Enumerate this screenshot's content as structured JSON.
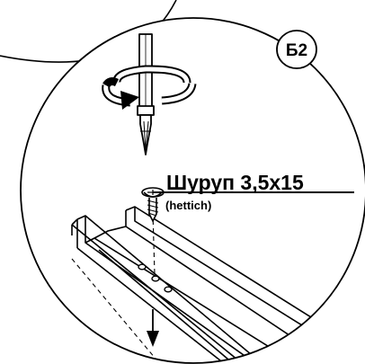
{
  "badge": {
    "label": "Б2"
  },
  "screw_label": {
    "name": "Шуруп 3,5х15",
    "brand": "(hettich)"
  },
  "colors": {
    "line": "#000000",
    "background": "#ffffff"
  },
  "icons": {
    "tool": "screwdriver-icon",
    "rotation": "rotation-arrow-icon",
    "fastener": "screw-icon",
    "direction": "arrow-down-icon"
  }
}
